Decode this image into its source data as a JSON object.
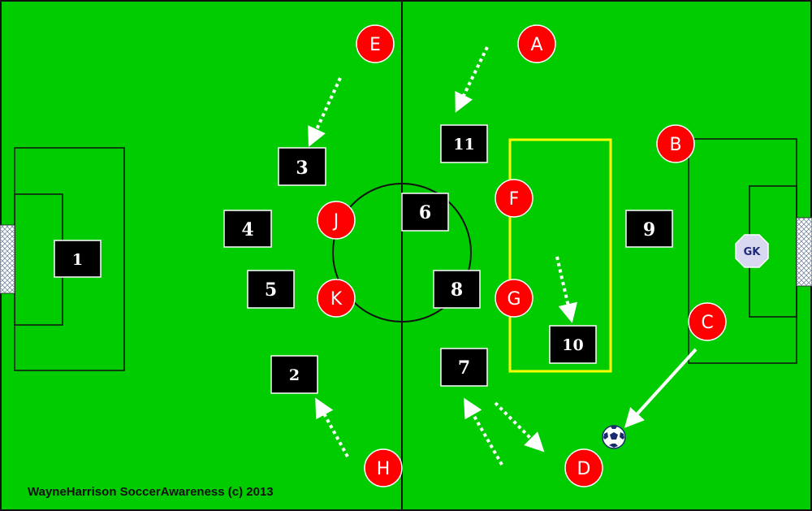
{
  "credit": "WayneHarrison SoccerAwareness (c) 2013",
  "colors": {
    "pitch": "#00cc00",
    "lines": "#111111",
    "team_squares": "#000000",
    "opponents": "#ff0000",
    "highlight_zone": "#ffff00",
    "arrows": "#ffffff",
    "goalkeeper": "#d8d8f0"
  },
  "team": [
    {
      "label": "1"
    },
    {
      "label": "2"
    },
    {
      "label": "3"
    },
    {
      "label": "4"
    },
    {
      "label": "5"
    },
    {
      "label": "6"
    },
    {
      "label": "7"
    },
    {
      "label": "8"
    },
    {
      "label": "9"
    },
    {
      "label": "10"
    },
    {
      "label": "11"
    }
  ],
  "opponents": [
    {
      "label": "A"
    },
    {
      "label": "B"
    },
    {
      "label": "C"
    },
    {
      "label": "D"
    },
    {
      "label": "E"
    },
    {
      "label": "F"
    },
    {
      "label": "G"
    },
    {
      "label": "H"
    },
    {
      "label": "J"
    },
    {
      "label": "K"
    }
  ],
  "goalkeeper": {
    "label": "GK"
  },
  "ball": {
    "icon": "soccer-ball-icon"
  }
}
